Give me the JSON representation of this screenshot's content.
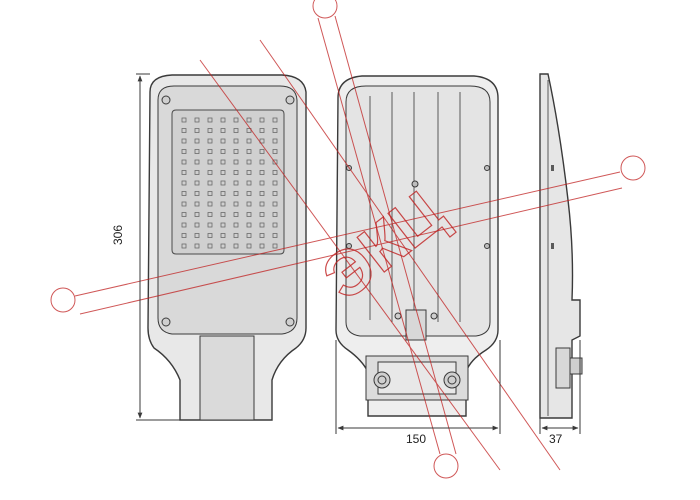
{
  "dimensions": {
    "height": "306",
    "width": "150",
    "depth": "37"
  },
  "watermark": {
    "text": "ЭКЦ"
  },
  "colors": {
    "line": "#3a3a3a",
    "housing_fill": "#e6e6e6",
    "panel_fill": "#d4d4d4",
    "led_grid": "#c8c8c8",
    "watermark": "#c02020"
  },
  "led_grid": {
    "rows": 13,
    "cols": 8
  }
}
